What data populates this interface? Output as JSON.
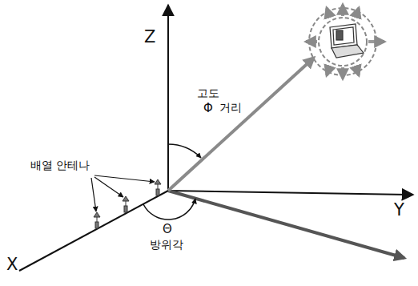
{
  "diagram": {
    "labels": [
      "Z",
      "Y",
      "X",
      "고도",
      "Φ",
      "거리",
      "배열 안테나",
      "Θ",
      "방위각"
    ]
  }
}
